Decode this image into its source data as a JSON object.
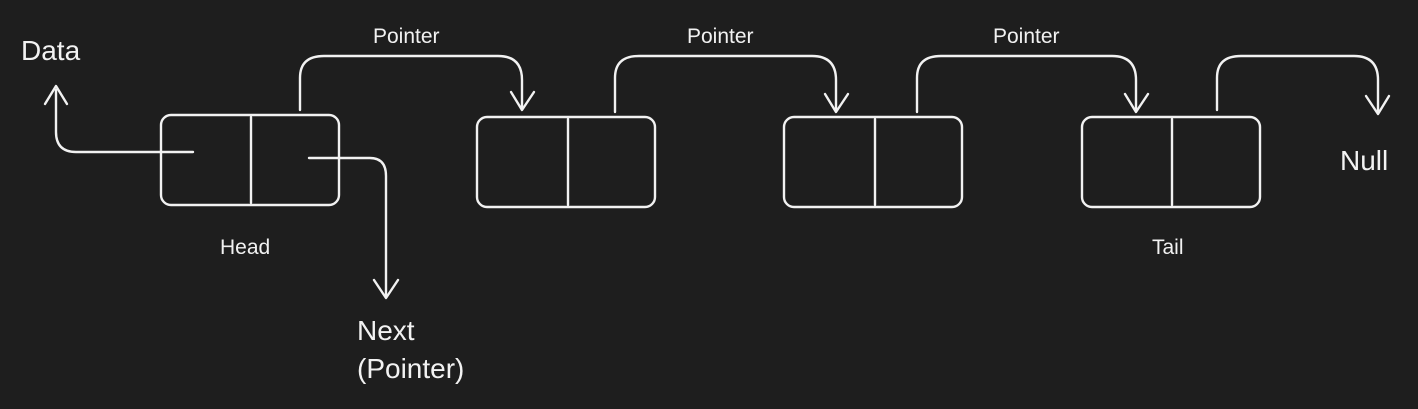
{
  "colors": {
    "background": "#1e1e1e",
    "stroke": "#f2f2f2"
  },
  "labels": {
    "data": "Data",
    "next_line1": "Next",
    "next_line2": "(Pointer)",
    "null": "Null",
    "head": "Head",
    "tail": "Tail",
    "pointers": [
      "Pointer",
      "Pointer",
      "Pointer"
    ]
  },
  "nodes": [
    {
      "name": "head"
    },
    {
      "name": "node-2"
    },
    {
      "name": "node-3"
    },
    {
      "name": "tail"
    }
  ]
}
